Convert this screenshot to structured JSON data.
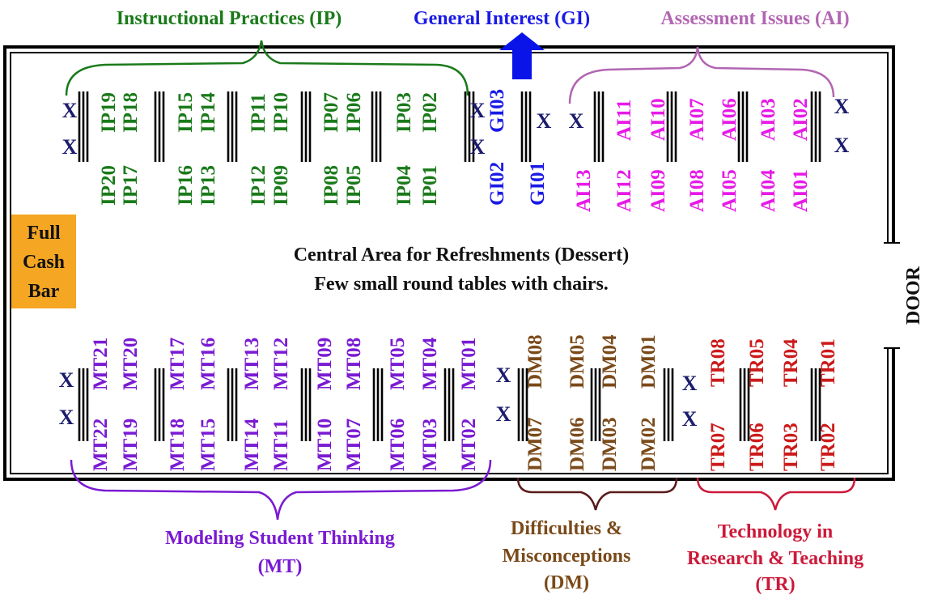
{
  "colors": {
    "ip": "#1a7a1a",
    "gi": "#1a1ae6",
    "ai": "#e61ae6",
    "mt": "#7a1ad2",
    "dm": "#7a4a1a",
    "tr": "#cc1a1a",
    "gi_arrow": "#0a14e8",
    "brace_ip": "#1a7a1a",
    "brace_ai": "#b266b2",
    "brace_mt": "#7a1ad2",
    "brace_dm": "#5a1a1a",
    "brace_tr": "#cc1a3a",
    "cash_bar": "#f5a623",
    "x_mark": "#1c1c6e"
  },
  "categories": {
    "ip_title": "Instructional Practices (IP)",
    "gi_title": "General Interest (GI)",
    "ai_title": "Assessment Issues (AI)",
    "mt_title_line1": "Modeling Student Thinking",
    "mt_title_line2": "(MT)",
    "dm_title_line1": "Difficulties &",
    "dm_title_line2": "Misconceptions",
    "dm_title_line3": "(DM)",
    "tr_title_line1": "Technology  in",
    "tr_title_line2": "Research & Teaching",
    "tr_title_line3": "(TR)"
  },
  "cash_bar": {
    "line1": "Full",
    "line2": "Cash",
    "line3": "Bar"
  },
  "center": {
    "line1": "Central Area for Refreshments (Dessert)",
    "line2": "Few small round tables with chairs."
  },
  "door": "DOOR",
  "x_mark": "X",
  "top_posters": {
    "ip_left": [
      "IP20",
      "IP17",
      "IP16",
      "IP13",
      "IP12",
      "IP09",
      "IP08",
      "IP05",
      "IP04",
      "IP01"
    ],
    "ip_right": [
      "IP19",
      "IP18",
      "IP15",
      "IP14",
      "IP11",
      "IP10",
      "IP07",
      "IP06",
      "IP03",
      "IP02"
    ],
    "gi_left": [
      "GI02",
      "GI01"
    ],
    "gi_right": [
      "GI03"
    ],
    "ai_left": [
      "AI13",
      "AI12",
      "AI09",
      "AI08",
      "AI05",
      "AI04",
      "AI01"
    ],
    "ai_right": [
      "AI11",
      "AI10",
      "AI07",
      "AI06",
      "AI03",
      "AI02"
    ]
  },
  "bottom_posters": {
    "mt_top": [
      "MT21",
      "MT20",
      "MT17",
      "MT16",
      "MT13",
      "MT12",
      "MT09",
      "MT08",
      "MT05",
      "MT04",
      "MT01"
    ],
    "mt_bottom": [
      "MT22",
      "MT19",
      "MT18",
      "MT15",
      "MT14",
      "MT11",
      "MT10",
      "MT07",
      "MT06",
      "MT03",
      "MT02"
    ],
    "dm_top": [
      "DM08",
      "DM05",
      "DM04",
      "DM01"
    ],
    "dm_bottom": [
      "DM07",
      "DM06",
      "DM03",
      "DM02"
    ],
    "tr_top": [
      "TR08",
      "TR05",
      "TR04",
      "TR01"
    ],
    "tr_bottom": [
      "TR07",
      "TR06",
      "TR03",
      "TR02"
    ]
  }
}
